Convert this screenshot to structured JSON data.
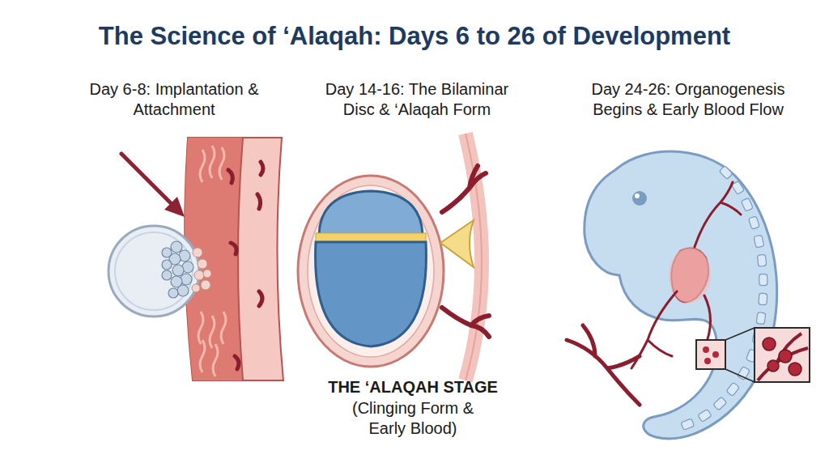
{
  "diagram": {
    "title": "The Science of ‘Alaqah: Days 6 to 26 of Development",
    "labels": [
      "Day 6-8: Implantation & Attachment",
      "Day 14-16: The Bilaminar Disc & ‘Alaqah Form",
      "Day 24-26: Organogenesis Begins & Early Blood Flow",
      "THE ‘ALAQAH STAGE",
      "(Clinging Form & Early Blood)"
    ]
  }
}
